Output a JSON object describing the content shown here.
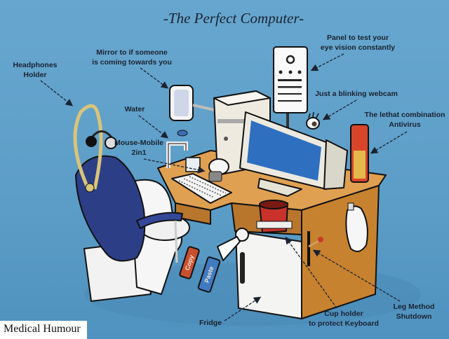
{
  "title": "-The Perfect Computer-",
  "callouts": {
    "headphones": [
      "Headphones",
      "Holder"
    ],
    "mirror": [
      "Mirror to if someone",
      "is coming towards you"
    ],
    "eye_panel": [
      "Panel to test your",
      "eye vision constantly"
    ],
    "webcam": "Just a blinking webcam",
    "water": "Water",
    "mouse": [
      "Mouse-Mobile",
      "2in1"
    ],
    "antivirus": [
      "The lethat combination",
      "Antivirus"
    ],
    "fridge": "Fridge",
    "cup_holder": [
      "Cup holder",
      "to protect Keyboard"
    ],
    "shutdown": [
      "Leg Method",
      "Shutdown"
    ]
  },
  "pedals": {
    "copy": "Copy",
    "paste": "Paste"
  },
  "watermark": "Medical Humour",
  "colors": {
    "background": "#5c9ec8",
    "desk": "#d9923f",
    "chair": "#2c3f86",
    "screen": "#2f6fc0",
    "cup": "#c8322a"
  }
}
